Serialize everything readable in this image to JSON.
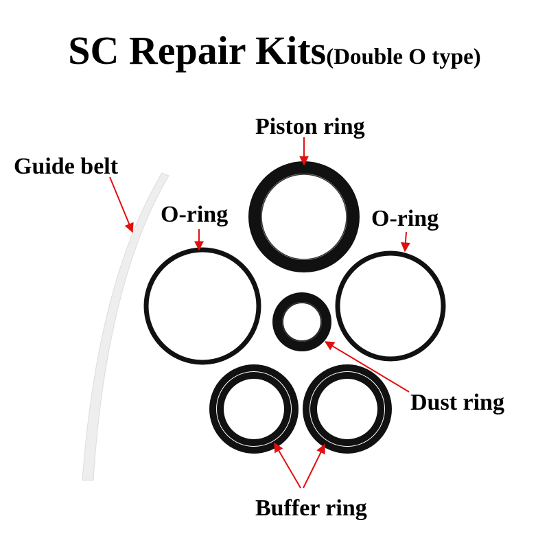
{
  "title": {
    "main": "SC Repair Kits",
    "sub": "(Double O type)"
  },
  "labels": {
    "piston_ring": "Piston ring",
    "guide_belt": "Guide belt",
    "o_ring_left": "O-ring",
    "o_ring_right": "O-ring",
    "dust_ring": "Dust ring",
    "buffer_ring": "Buffer ring"
  },
  "colors": {
    "arrow": "#e01010",
    "ring": "#111111",
    "guide_belt": "#eeeeee",
    "background": "#ffffff"
  }
}
